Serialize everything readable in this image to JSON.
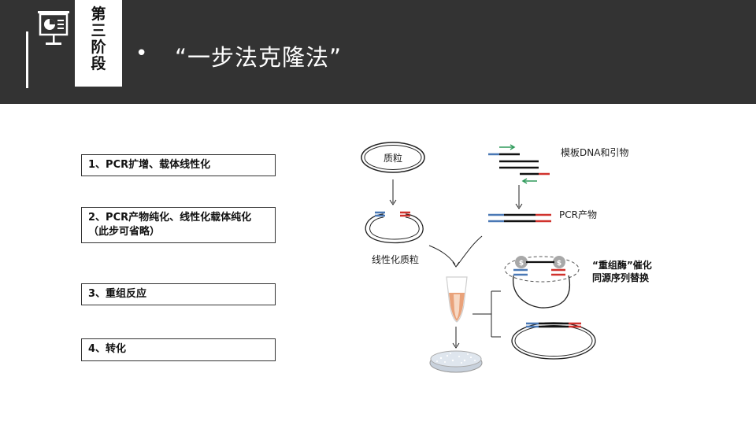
{
  "header": {
    "tag_chars": [
      "第",
      "三",
      "阶",
      "段"
    ],
    "bullet": "•",
    "title": "“一步法克隆法”"
  },
  "steps": [
    "1、PCR扩增、载体线性化",
    "2、PCR产物纯化、线性化载体纯化（此步可省略）",
    "3、重组反应",
    "4、转化"
  ],
  "diagram": {
    "plasmid_label": "质粒",
    "template_label": "模板DNA和引物",
    "linear_label": "线性化质粒",
    "pcr_label": "PCR产物",
    "enzyme_line1": "“重组酶”催化",
    "enzyme_line2": "同源序列替换"
  },
  "colors": {
    "header_bg": "#333333",
    "blue_end": "#4a78b5",
    "red_end": "#d0322d",
    "primer_green": "#2e9a5a"
  }
}
